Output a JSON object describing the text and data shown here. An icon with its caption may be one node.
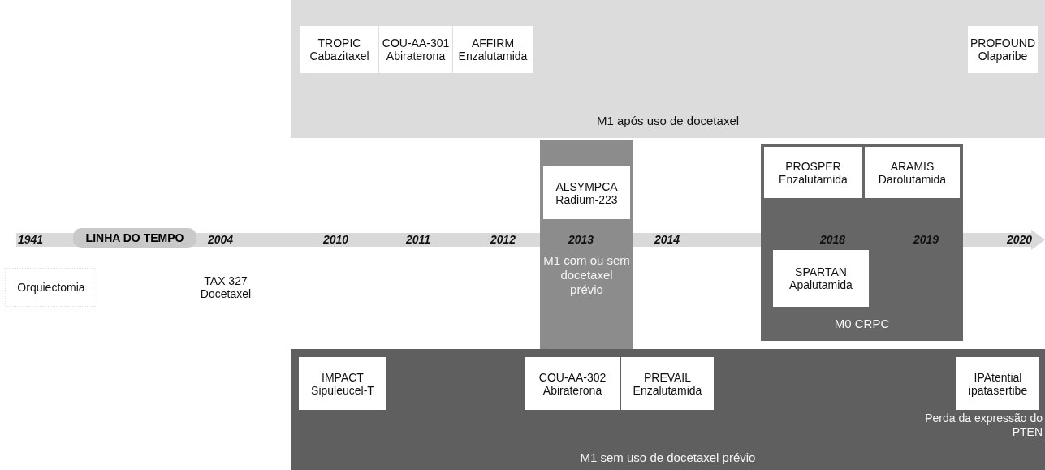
{
  "diagram": {
    "nodes": [
      {
        "text": [
          "M1 após uso de docetaxel"
        ]
      },
      {
        "text": [
          "TROPIC",
          "Cabazitaxel"
        ],
        "in": 0
      },
      {
        "text": [
          "COU-AA-301",
          "Abiraterona"
        ],
        "in": 0
      },
      {
        "text": [
          "AFFIRM",
          "Enzalutamida"
        ],
        "in": 0
      },
      {
        "text": [
          "PROFOUND",
          "Olaparibe"
        ],
        "in": 0
      },
      {
        "text": [
          "M1 com ou sem docetaxel prévio"
        ]
      },
      {
        "text": [
          "ALSYMPCA",
          "Radium-223"
        ],
        "in": 5
      },
      {
        "text": [
          "M0 CRPC"
        ]
      },
      {
        "text": [
          "PROSPER",
          "Enzalutamida"
        ],
        "in": 7
      },
      {
        "text": [
          "ARAMIS",
          "Darolutamida"
        ],
        "in": 7
      },
      {
        "text": [
          "SPARTAN",
          "Apalutamida"
        ],
        "in": 7
      },
      {
        "text": [
          "LINHA DO TEMPO"
        ]
      },
      {
        "text": [
          "Orquiectomia"
        ]
      },
      {
        "text": [
          "TAX 327",
          "Docetaxel"
        ]
      },
      {
        "text": [
          "M1 sem uso de docetaxel prévio"
        ]
      },
      {
        "text": [
          "IMPACT",
          "Sipuleucel-T"
        ],
        "in": 14
      },
      {
        "text": [
          "COU-AA-302",
          "Abiraterona"
        ],
        "in": 14
      },
      {
        "text": [
          "PREVAIL",
          "Enzalutamida"
        ],
        "in": 14
      },
      {
        "text": [
          "IPAtential",
          "ipatasertibe"
        ],
        "in": 14,
        "beside": [
          "Perda da expressão do PTEN"
        ]
      }
    ],
    "labels": [
      "1941",
      "2004",
      "2010",
      "2011",
      "2012",
      "2013",
      "2014",
      "2018",
      "2019",
      "2020"
    ]
  }
}
